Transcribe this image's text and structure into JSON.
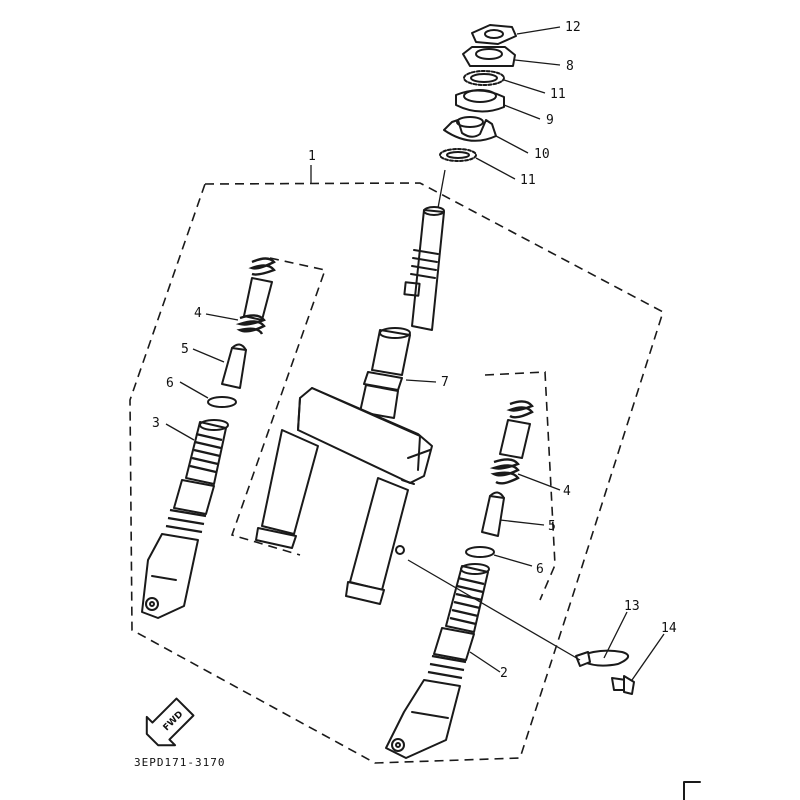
{
  "callouts": {
    "c1": "1",
    "c2": "2",
    "c3": "3",
    "c4a": "4",
    "c4b": "4",
    "c5a": "5",
    "c5b": "5",
    "c6a": "6",
    "c6b": "6",
    "c7": "7",
    "c8": "8",
    "c9": "9",
    "c10": "10",
    "c11a": "11",
    "c11b": "11",
    "c12": "12",
    "c13": "13",
    "c14": "14"
  },
  "diagram_code": "3EPD171-3170",
  "direction_badge": "FWD",
  "colors": {
    "ink": "#1a1a1a",
    "paper": "#ffffff"
  }
}
